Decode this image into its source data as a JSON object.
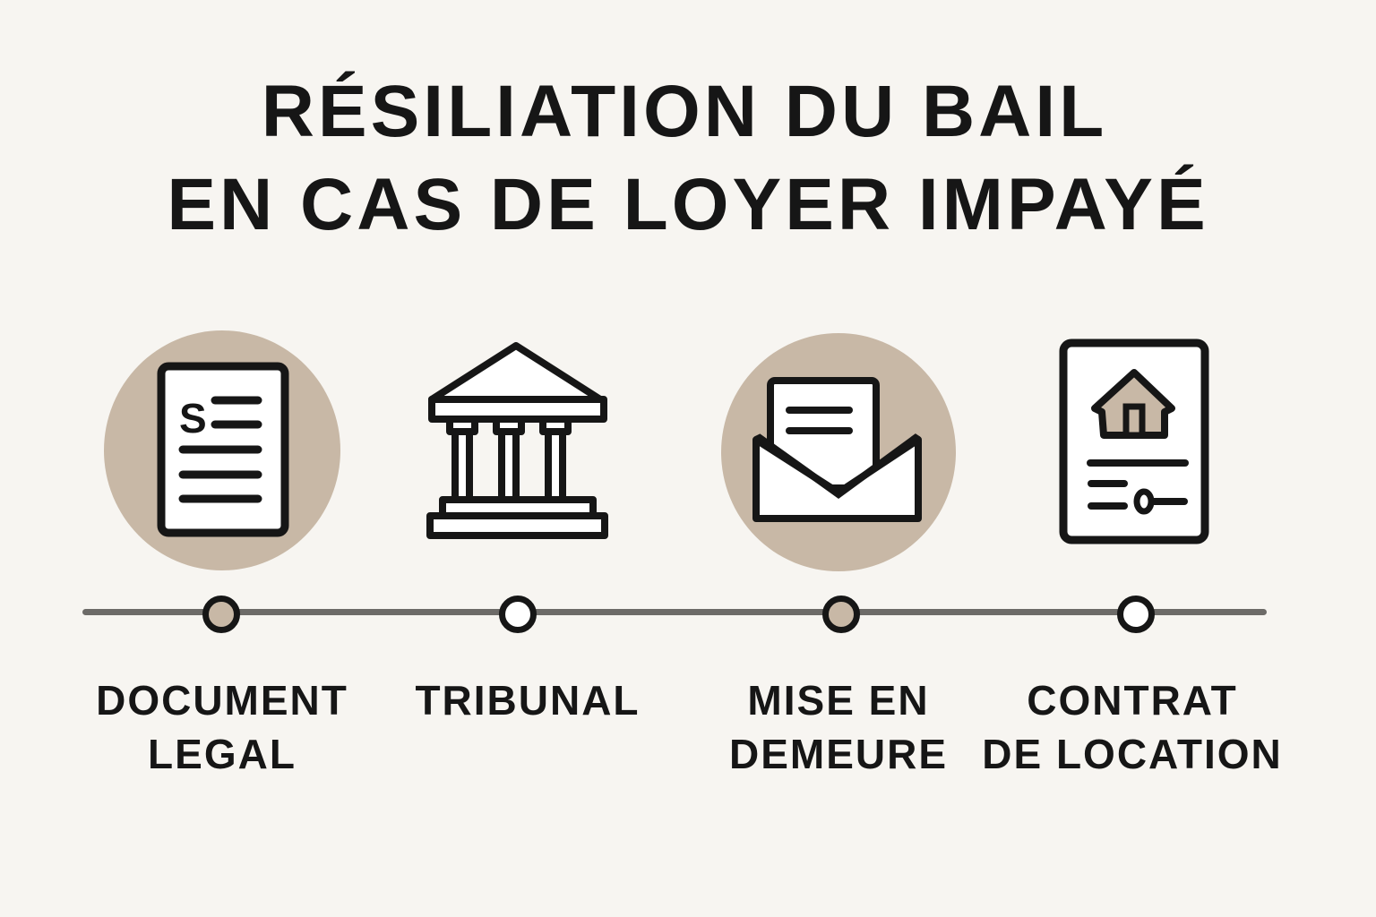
{
  "title": {
    "line1": "RÉSILIATION DU BAIL",
    "line2": "EN CAS DE LOYER IMPAYÉ"
  },
  "colors": {
    "background": "#f7f5f1",
    "accent": "#c8b8a6",
    "ink": "#161616",
    "timeline": "#6d6b68"
  },
  "steps": [
    {
      "icon": "document-dollar-icon",
      "line1": "DOCUMENT",
      "line2": "LEGAL",
      "highlighted": true
    },
    {
      "icon": "courthouse-icon",
      "line1": "TRIBUNAL",
      "line2": "",
      "highlighted": false
    },
    {
      "icon": "open-envelope-icon",
      "line1": "MISE EN",
      "line2": "DEMEURE",
      "highlighted": true
    },
    {
      "icon": "rental-contract-icon",
      "line1": "CONTRAT",
      "line2": "DE LOCATION",
      "highlighted": false
    }
  ]
}
